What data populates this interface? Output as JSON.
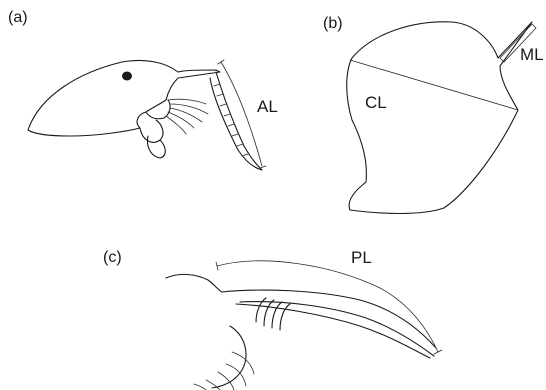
{
  "panels": {
    "a": {
      "label": "(a)",
      "measure": "AL"
    },
    "b": {
      "label": "(b)",
      "measure_carapace": "CL",
      "measure_spine": "ML"
    },
    "c": {
      "label": "(c)",
      "measure": "PL"
    }
  }
}
